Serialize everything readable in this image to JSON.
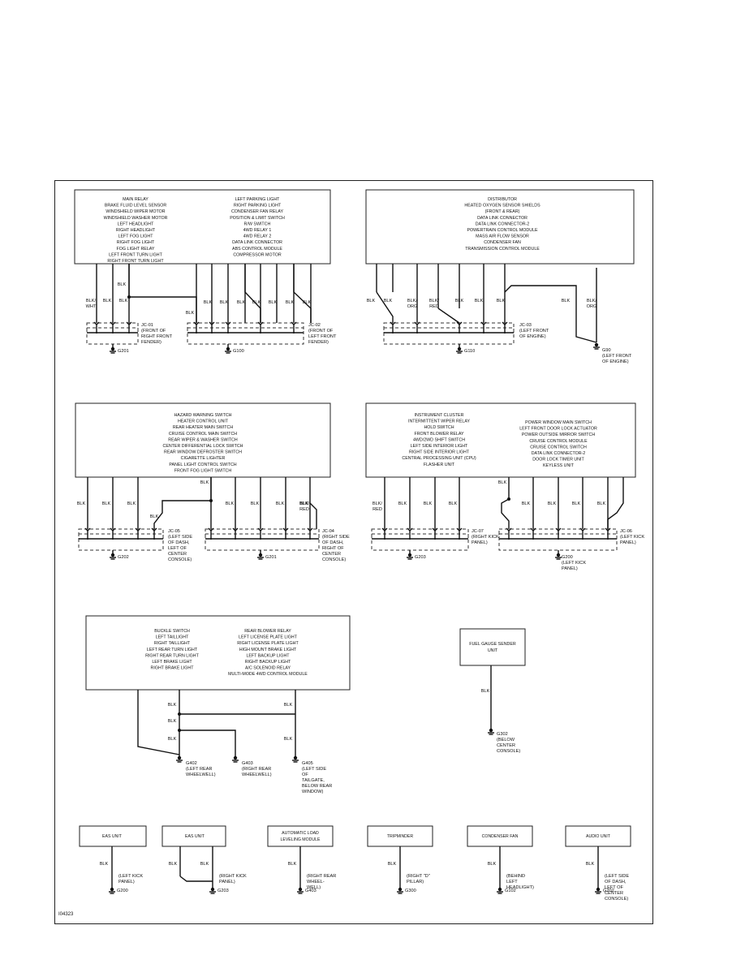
{
  "figure_id": "I04323",
  "groups": [
    {
      "components_left": [
        "MAIN RELAY",
        "BRAKE FLUID LEVEL SENSOR",
        "WINDSHIELD WIPER MOTOR",
        "WINDSHIELD WASHER MOTOR",
        "LEFT HEADLIGHT",
        "RIGHT HEADLIGHT",
        "LEFT FOG LIGHT",
        "RIGHT FOG LIGHT",
        "FOG LIGHT RELAY",
        "LEFT FRONT TURN LIGHT",
        "RIGHT FRONT TURN LIGHT"
      ],
      "components_right": [
        "LEFT PARKING LIGHT",
        "RIGHT PARKING LIGHT",
        "CONDENSER FAN RELAY",
        "POSITION & LIMIT SWITCH",
        "R/W SWITCH",
        "4WD RELAY 1",
        "4WD RELAY 2",
        "DATA LINK CONNECTOR",
        "ABS CONTROL MODULE",
        "COMPRESSOR MOTOR"
      ],
      "wires": [
        "BLK/ WHT",
        "BLK",
        "BLK",
        "BLK",
        "BLK",
        "BLK",
        "BLK",
        "BLK",
        "BLK",
        "BLK",
        "BLK"
      ],
      "junctions": [
        {
          "id": "JC-01",
          "location": "(FRONT OF RIGHT FRONT FENDER)",
          "ground": "G201"
        },
        {
          "id": "JC-02",
          "location": "(FRONT OF LEFT FRONT FENDER)",
          "ground": "G100"
        }
      ]
    },
    {
      "components": [
        "DISTRIBUTOR",
        "HEATED OXYGEN SENSOR SHIELDS",
        "(FRONT & REAR)",
        "DATA LINK CONNECTOR",
        "DATA LINK CONNECTOR-2",
        "POWERTRAIN CONTROL MODULE",
        "MASS AIR FLOW SENSOR",
        "CONDENSER FAN",
        "TRANSMISSION CONTROL MODULE"
      ],
      "wires": [
        "BLK",
        "BLK",
        "BLK/ ORG",
        "BLK/ RED",
        "BLK",
        "BLK",
        "BLK",
        "BLK",
        "BLK/ ORG"
      ],
      "junctions": [
        {
          "id": "JC-03",
          "location": "(LEFT FRONT OF ENGINE)",
          "ground": "G110"
        }
      ],
      "extra_ground": {
        "id": "G90",
        "location": "(LEFT FRONT OF ENGINE)"
      }
    },
    {
      "components": [
        "HAZARD WARNING SWITCH",
        "HEATER CONTROL UNIT",
        "REAR HEATER MAIN SWITCH",
        "CRUISE CONTROL MAIN SWITCH",
        "REAR WIPER & WASHER SWITCH",
        "CENTER DIFFERENTIAL LOCK SWITCH",
        "REAR WINDOW DEFROSTER SWITCH",
        "CIGARETTE LIGHTER",
        "PANEL LIGHT CONTROL SWITCH",
        "FRONT FOG LIGHT SWITCH"
      ],
      "wires": [
        "BLK",
        "BLK",
        "BLK",
        "BLK",
        "BLK",
        "BLK",
        "BLK",
        "BLK",
        "BLK",
        "BLK/ RED"
      ],
      "junctions": [
        {
          "id": "JC-05",
          "location": "(LEFT SIDE OF DASH, LEFT OF CENTER CONSOLE)",
          "ground": "G202"
        },
        {
          "id": "JC-04",
          "location": "(RIGHT SIDE OF DASH, RIGHT OF CENTER CONSOLE)",
          "ground": "G201"
        }
      ]
    },
    {
      "components_left": [
        "INSTRUMENT CLUSTER",
        "INTERMITTENT WIPER RELAY",
        "HOLD SWITCH",
        "FRONT BLOWER RELAY",
        "4WD/2WD SHIFT SWITCH",
        "LEFT SIDE INTERIOR LIGHT",
        "RIGHT SIDE INTERIOR LIGHT",
        "CENTRAL PROCESSING UNIT (CPU)",
        "FLASHER UNIT"
      ],
      "components_right": [
        "POWER WINDOW MAIN SWITCH",
        "LEFT FRONT DOOR LOCK ACTUATOR",
        "POWER OUTSIDE MIRROR SWITCH",
        "CRUISE CONTROL MODULE",
        "CRUISE CONTROL SWITCH",
        "DATA LINK CONNECTOR-2",
        "DOOR LOCK TIMER UNIT",
        "KEYLESS UNIT"
      ],
      "wires": [
        "BLK/ RED",
        "BLK",
        "BLK",
        "BLK",
        "BLK",
        "BLK",
        "BLK",
        "BLK",
        "BLK",
        "BLK"
      ],
      "junctions": [
        {
          "id": "JC-07",
          "location": "(RIGHT KICK PANEL)",
          "ground": "G203"
        },
        {
          "id": "JC-06",
          "location": "(LEFT KICK PANEL)",
          "ground": "G200"
        }
      ],
      "ground_label": "(LEFT KICK PANEL)"
    },
    {
      "components_left": [
        "BUCKLE SWITCH",
        "LEFT TAILLIGHT",
        "RIGHT TAILLIGHT",
        "LEFT REAR TURN LIGHT",
        "RIGHT REAR TURN LIGHT",
        "LEFT BRAKE LIGHT",
        "RIGHT BRAKE LIGHT"
      ],
      "components_right": [
        "REAR BLOWER RELAY",
        "LEFT LICENSE PLATE LIGHT",
        "RIGHT LICENSE PLATE LIGHT",
        "HIGH MOUNT BRAKE LIGHT",
        "LEFT BACKUP LIGHT",
        "RIGHT BACKUP LIGHT",
        "A/C SOLENOID RELAY",
        "MULTI-MODE 4WD CONTROL MODULE"
      ],
      "wires": [
        "BLK",
        "BLK",
        "BLK",
        "BLK",
        "BLK"
      ],
      "grounds": [
        {
          "id": "G402",
          "location": "(LEFT REAR WHEELWELL)"
        },
        {
          "id": "G403",
          "location": "(RIGHT REAR WHEELWELL)"
        },
        {
          "id": "G405",
          "location": "(LEFT SIDE OF TAILGATE, BELOW REAR WINDOW)"
        }
      ]
    },
    {
      "components": [
        "FUEL GAUGE SENDER UNIT"
      ],
      "wire": "BLK",
      "ground": {
        "id": "G302",
        "location": "(BELOW CENTER CONSOLE)"
      }
    }
  ],
  "bottom_units": [
    {
      "name": "EAS UNIT",
      "wire": "BLK",
      "ground": "G200",
      "location": "(LEFT KICK PANEL)"
    },
    {
      "name": "EAS UNIT",
      "wire": "BLK",
      "ground": "G203",
      "location": "(RIGHT KICK PANEL)"
    },
    {
      "name": "AUTOMATIC LOAD LEVELING MODULE",
      "wire": "BLK",
      "ground": "G403",
      "location": "(RIGHT REAR WHEEL- WELL)"
    },
    {
      "name": "TRIPMINDER",
      "wire": "BLK",
      "ground": "G300",
      "location": "(RIGHT \"D\" PILLAR)"
    },
    {
      "name": "CONDENSER FAN",
      "wire": "BLK",
      "ground": "G102",
      "location": "(BEHIND LEFT HEADLIGHT)"
    },
    {
      "name": "AUDIO UNIT",
      "wire": "BLK",
      "ground": "G202",
      "location": "(LEFT SIDE OF DASH, LEFT OF CENTER CONSOLE)"
    }
  ]
}
